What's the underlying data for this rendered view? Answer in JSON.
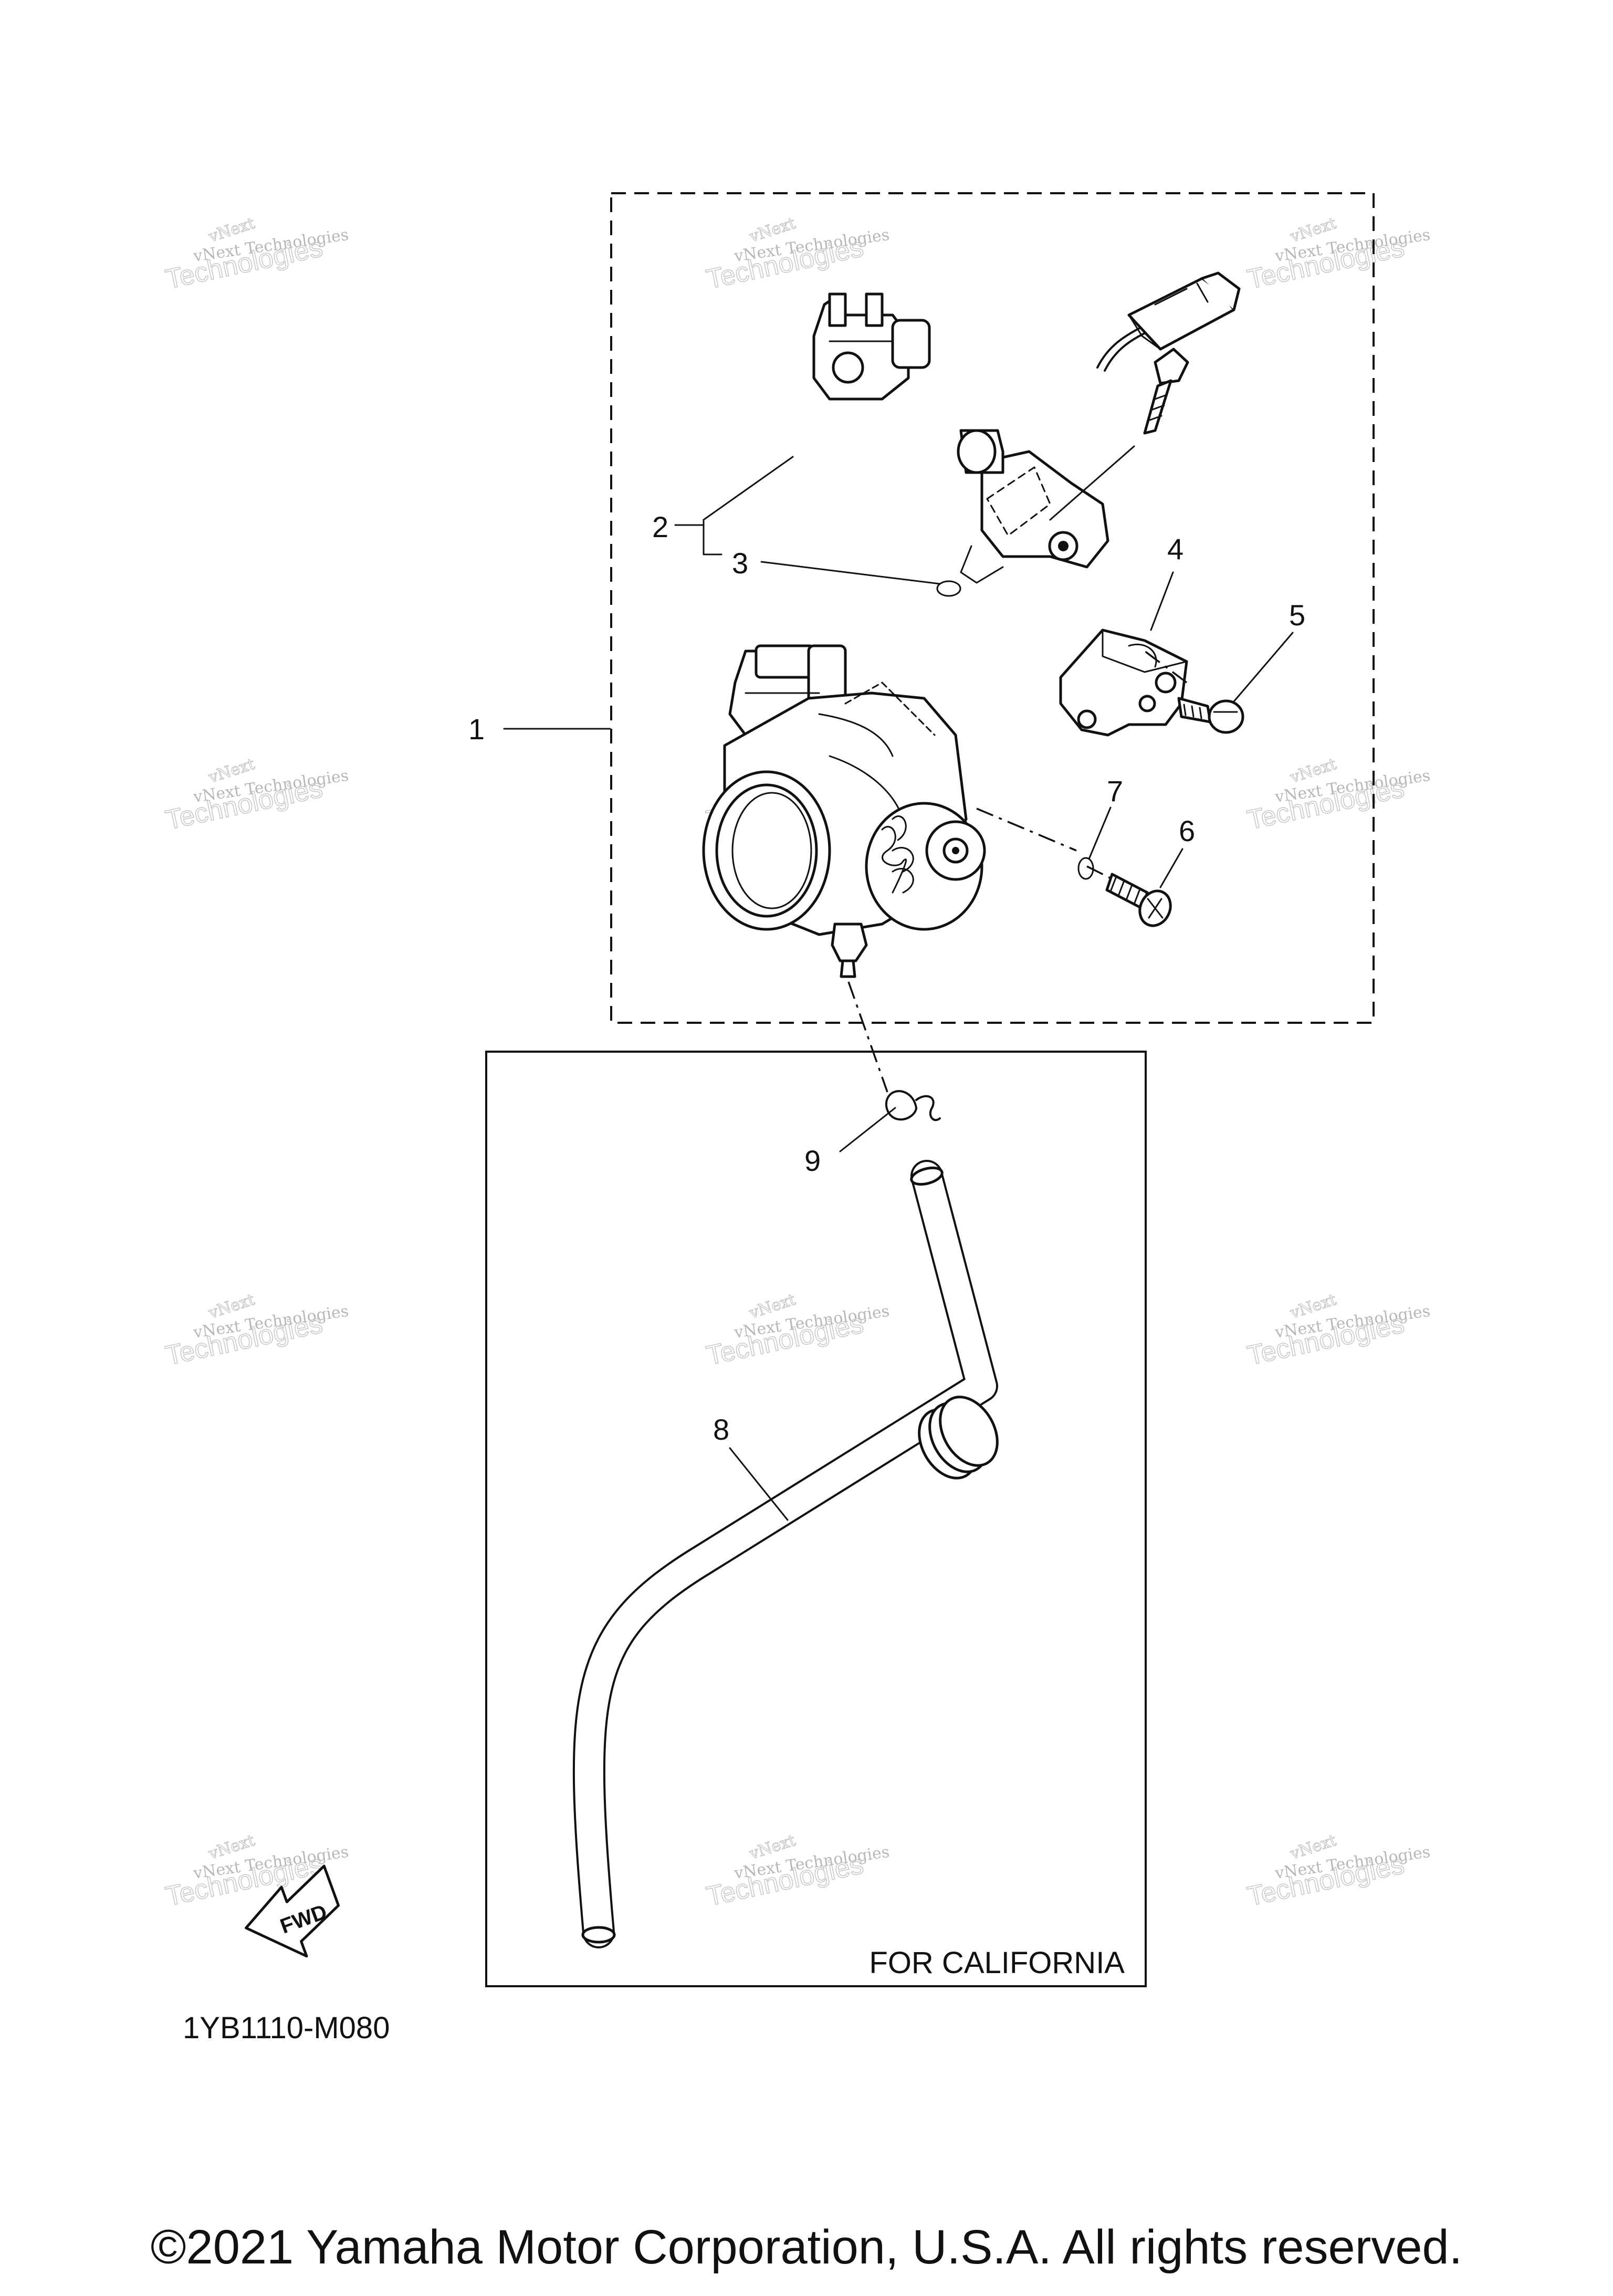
{
  "callouts": [
    "1",
    "2",
    "3",
    "4",
    "5",
    "6",
    "7",
    "8",
    "9"
  ],
  "inset_caption": "FOR CALIFORNIA",
  "direction_badge": "FWD",
  "figure_code": "1YB1110-M080",
  "copyright": "©2021 Yamaha Motor Corporation, U.S.A. All rights reserved.",
  "watermark": {
    "line_1": "vNext",
    "line_2": "vNext Technologies",
    "line_3": "Technologies"
  }
}
